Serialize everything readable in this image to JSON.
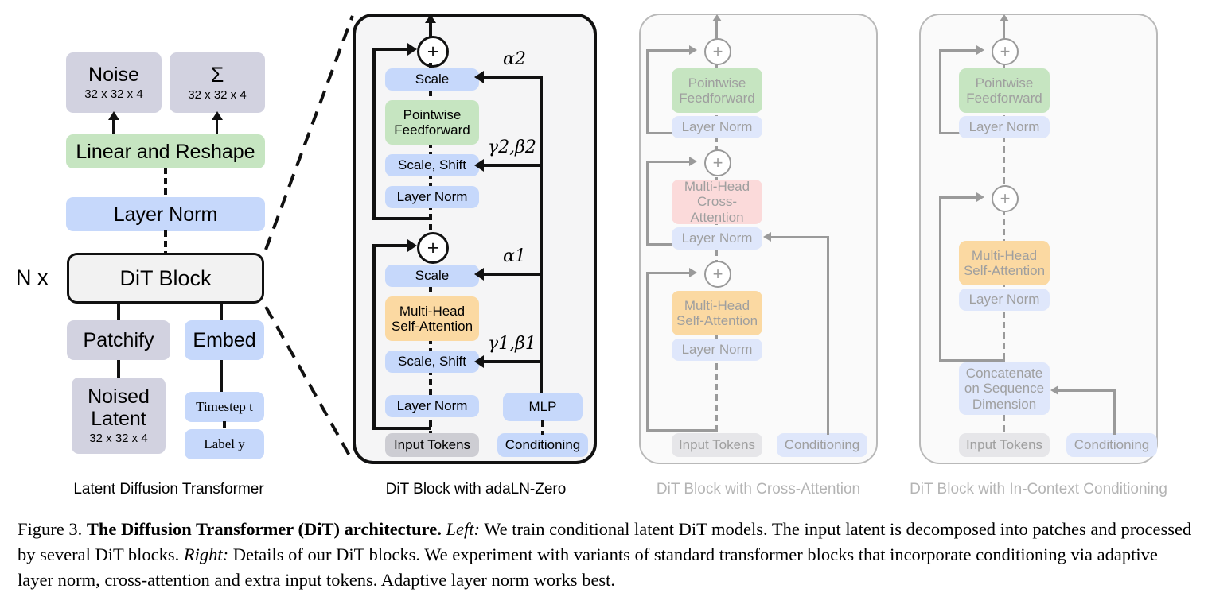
{
  "figure": {
    "number": "Figure 3.",
    "title": "The Diffusion Transformer (DiT) architecture.",
    "left_tag": "Left:",
    "left_text": "We train conditional latent DiT models. The input latent is decomposed into patches and processed by several DiT blocks.",
    "right_tag": "Right:",
    "right_text": "Details of our DiT blocks. We experiment with variants of standard transformer blocks that incorporate conditioning via adaptive layer norm, cross-attention and extra input tokens. Adaptive layer norm works best."
  },
  "colors": {
    "gray_purple": "#d2d2e0",
    "blue": "#c6d8fb",
    "green": "#c6e5c1",
    "orange": "#fbd9a2",
    "pink": "#fbdada",
    "gray": "#cdcdd3",
    "light_blue": "#dfe7fb",
    "light_gray": "#e6e6e9",
    "panel_fill": "#f5f5f6",
    "stroke_black": "#111111",
    "stroke_gray": "#9a9a9a",
    "muted_text": "#9f9f9f"
  },
  "panel_left": {
    "caption": "Latent Diffusion Transformer",
    "repeat_label": "N x",
    "nodes": {
      "noise": {
        "label": "Noise",
        "shape": "32 x 32 x 4"
      },
      "sigma": {
        "label": "Σ",
        "shape": "32 x 32 x 4"
      },
      "linear_reshape": {
        "label": "Linear and Reshape"
      },
      "layer_norm": {
        "label": "Layer Norm"
      },
      "dit_block": {
        "label": "DiT Block"
      },
      "patchify": {
        "label": "Patchify"
      },
      "embed": {
        "label": "Embed"
      },
      "noised_latent": {
        "label_line1": "Noised",
        "label_line2": "Latent",
        "shape": "32 x 32 x 4"
      },
      "timestep": {
        "label": "Timestep t"
      },
      "label_y": {
        "label": "Label y"
      }
    }
  },
  "panel_adaln": {
    "caption": "DiT Block with adaLN-Zero",
    "nodes": {
      "scale2": {
        "label": "Scale"
      },
      "pointwise_ff": {
        "label_line1": "Pointwise",
        "label_line2": "Feedforward"
      },
      "scale_shift2": {
        "label": "Scale, Shift"
      },
      "layer_norm2": {
        "label": "Layer Norm"
      },
      "scale1": {
        "label": "Scale"
      },
      "mhsa": {
        "label_line1": "Multi-Head",
        "label_line2": "Self-Attention"
      },
      "scale_shift1": {
        "label": "Scale, Shift"
      },
      "layer_norm1": {
        "label": "Layer Norm"
      },
      "input_tokens": {
        "label": "Input Tokens"
      },
      "mlp": {
        "label": "MLP"
      },
      "conditioning": {
        "label": "Conditioning"
      }
    },
    "annotations": {
      "alpha2": "α2",
      "gamma_beta2": "γ2,β2",
      "alpha1": "α1",
      "gamma_beta1": "γ1,β1"
    },
    "operator": "+"
  },
  "panel_cross": {
    "caption": "DiT Block with Cross-Attention",
    "nodes": {
      "pointwise_ff": {
        "label_line1": "Pointwise",
        "label_line2": "Feedforward"
      },
      "layer_norm3": {
        "label": "Layer Norm"
      },
      "mhca": {
        "label_line1": "Multi-Head",
        "label_line2": "Cross-Attention"
      },
      "layer_norm2": {
        "label": "Layer Norm"
      },
      "mhsa": {
        "label_line1": "Multi-Head",
        "label_line2": "Self-Attention"
      },
      "layer_norm1": {
        "label": "Layer Norm"
      },
      "input_tokens": {
        "label": "Input Tokens"
      },
      "conditioning": {
        "label": "Conditioning"
      }
    },
    "operator": "+"
  },
  "panel_incontext": {
    "caption": "DiT Block with In-Context Conditioning",
    "nodes": {
      "pointwise_ff": {
        "label_line1": "Pointwise",
        "label_line2": "Feedforward"
      },
      "layer_norm2": {
        "label": "Layer Norm"
      },
      "mhsa": {
        "label_line1": "Multi-Head",
        "label_line2": "Self-Attention"
      },
      "layer_norm1": {
        "label": "Layer Norm"
      },
      "concat": {
        "label_line1": "Concatenate",
        "label_line2": "on Sequence",
        "label_line3": "Dimension"
      },
      "input_tokens": {
        "label": "Input Tokens"
      },
      "conditioning": {
        "label": "Conditioning"
      }
    },
    "operator": "+"
  }
}
